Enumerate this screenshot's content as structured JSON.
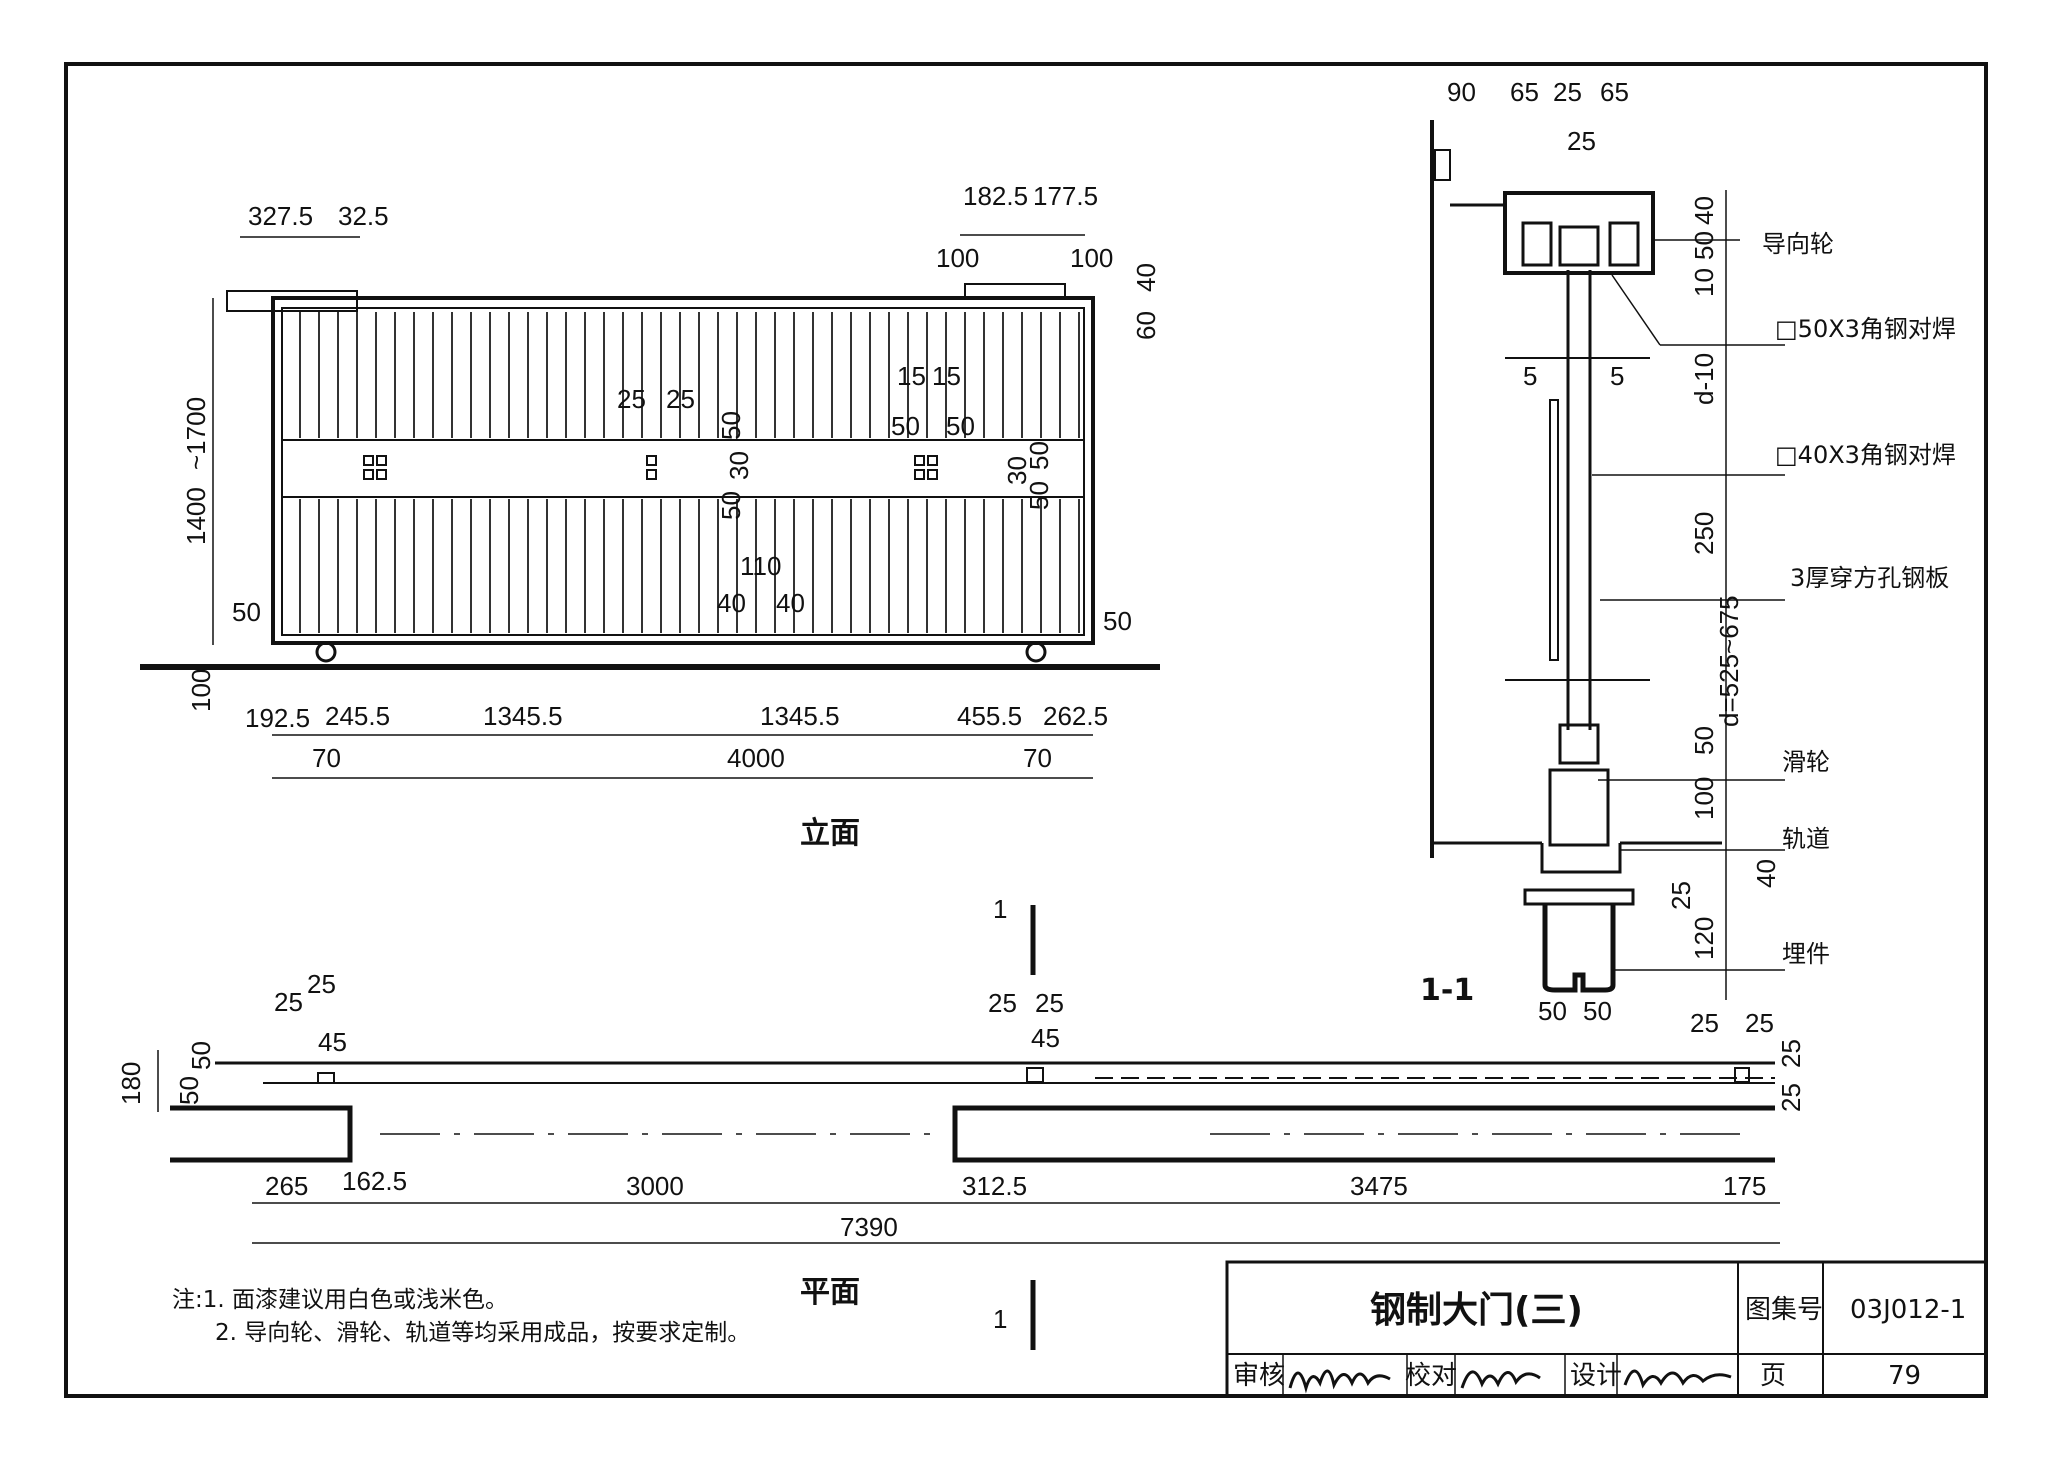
{
  "elevation": {
    "title": "立面",
    "dims_top_left": [
      "327.5",
      "32.5"
    ],
    "dims_top_right": [
      "182.5",
      "177.5",
      "100",
      "100"
    ],
    "dims_right_small": [
      "40",
      "60"
    ],
    "dims_left": [
      "1400",
      "~1700",
      "50",
      "100"
    ],
    "dims_mid": [
      "25",
      "25",
      "15",
      "15",
      "50",
      "50",
      "50",
      "30",
      "50",
      "50",
      "30",
      "50",
      "110",
      "40",
      "40"
    ],
    "dims_right_50": "50",
    "dims_bottom_row1": [
      "192.5",
      "245.5",
      "1345.5",
      "1345.5",
      "455.5",
      "262.5"
    ],
    "dims_bottom_row2": [
      "70",
      "4000",
      "70"
    ]
  },
  "plan": {
    "title": "平面",
    "dims_top": [
      "25",
      "25",
      "45",
      "25",
      "25",
      "45",
      "25",
      "25",
      "25",
      "25"
    ],
    "dims_left": [
      "50",
      "50",
      "180"
    ],
    "dims_row1": [
      "265",
      "162.5",
      "3000",
      "312.5",
      "3475",
      "175"
    ],
    "dims_total": "7390"
  },
  "section": {
    "title": "1-1",
    "mark": "1",
    "dims_top": [
      "90",
      "65",
      "25",
      "65",
      "25"
    ],
    "dims_right": [
      "40",
      "50",
      "10",
      "d-10",
      "250",
      "d=525~675",
      "50",
      "100",
      "40",
      "25",
      "120"
    ],
    "dims_inner": [
      "5",
      "5"
    ],
    "dims_bottom": [
      "50",
      "50"
    ],
    "labels": [
      "导向轮",
      "□50X3角钢对焊",
      "□40X3角钢对焊",
      "3厚穿方孔钢板",
      "滑轮",
      "轨道",
      "埋件"
    ]
  },
  "notes": {
    "line1": "注:1. 面漆建议用白色或浅米色。",
    "line2": "2. 导向轮、滑轮、轨道等均采用成品，按要求定制。"
  },
  "title_block": {
    "drawing_title": "钢制大门(三)",
    "atlas_label": "图集号",
    "atlas_no": "03J012-1",
    "review": "审核",
    "check": "校对",
    "design": "设计",
    "page_label": "页",
    "page_no": "79"
  }
}
